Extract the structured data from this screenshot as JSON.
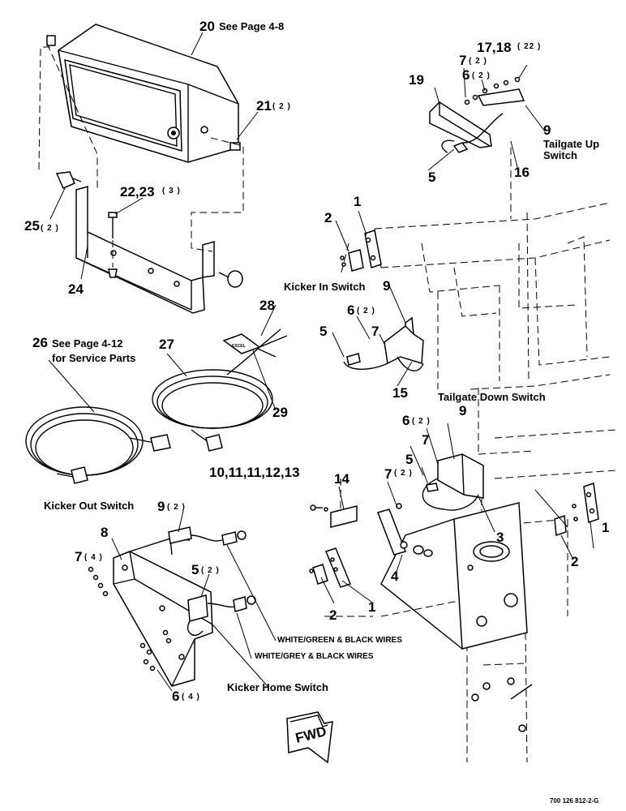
{
  "labels": {
    "l20": "20",
    "l20_note": "See Page 4-8",
    "l21": "21",
    "l21_qty": "( 2 )",
    "l25": "25",
    "l25_qty": "( 2 )",
    "l22_23": "22,23",
    "l22_23_qty": "( 3 )",
    "l24": "24",
    "l17_18": "17,18",
    "l17_18_qty": "( 22 )",
    "l7_top": "7",
    "l7_top_qty": "( 2 )",
    "l6_top": "6",
    "l6_top_qty": "( 2 )",
    "l19": "19",
    "l9_top": "9",
    "tailgate_up_1": "Tailgate Up",
    "tailgate_up_2": "Switch",
    "l16": "16",
    "l5_top": "5",
    "l1_a": "1",
    "l2_a": "2",
    "kicker_in": "Kicker In Switch",
    "l9_b": "9",
    "l28": "28",
    "l6_b": "6",
    "l6_b_qty": "( 2 )",
    "l7_b": "7",
    "l5_b": "5",
    "l15": "15",
    "l26": "26",
    "l26_note_1": "See Page 4-12",
    "l26_note_2": "for Service Parts",
    "l27": "27",
    "l29": "29",
    "tailgate_down": "Tailgate Down Switch",
    "l6_c": "6",
    "l6_c_qty": "( 2 )",
    "l9_c": "9",
    "l7_c": "7",
    "l5_c": "5",
    "l3": "3",
    "l10_13": "10,11,11,12,13",
    "l14": "14",
    "l7_d": "7",
    "l7_d_qty": "( 2 )",
    "kicker_out": "Kicker Out Switch",
    "l9_d": "9",
    "l9_d_qty": "( 2 )",
    "l8": "8",
    "l7_e": "7",
    "l7_e_qty": "( 4 )",
    "l5_e": "5",
    "l5_e_qty": "( 2 )",
    "l1_c": "1",
    "l2_c": "2",
    "l4": "4",
    "l2_d": "2",
    "l1_d": "1",
    "wires_1": "WHITE/GREEN & BLACK WIRES",
    "wires_2": "WHITE/GREY & BLACK WIRES",
    "kicker_home": "Kicker Home Switch",
    "l6_f": "6",
    "l6_f_qty": "( 4 )",
    "fwd": "FWD",
    "figure_code": "700 126 812-2-G",
    "pad_text": "EXCEL"
  }
}
